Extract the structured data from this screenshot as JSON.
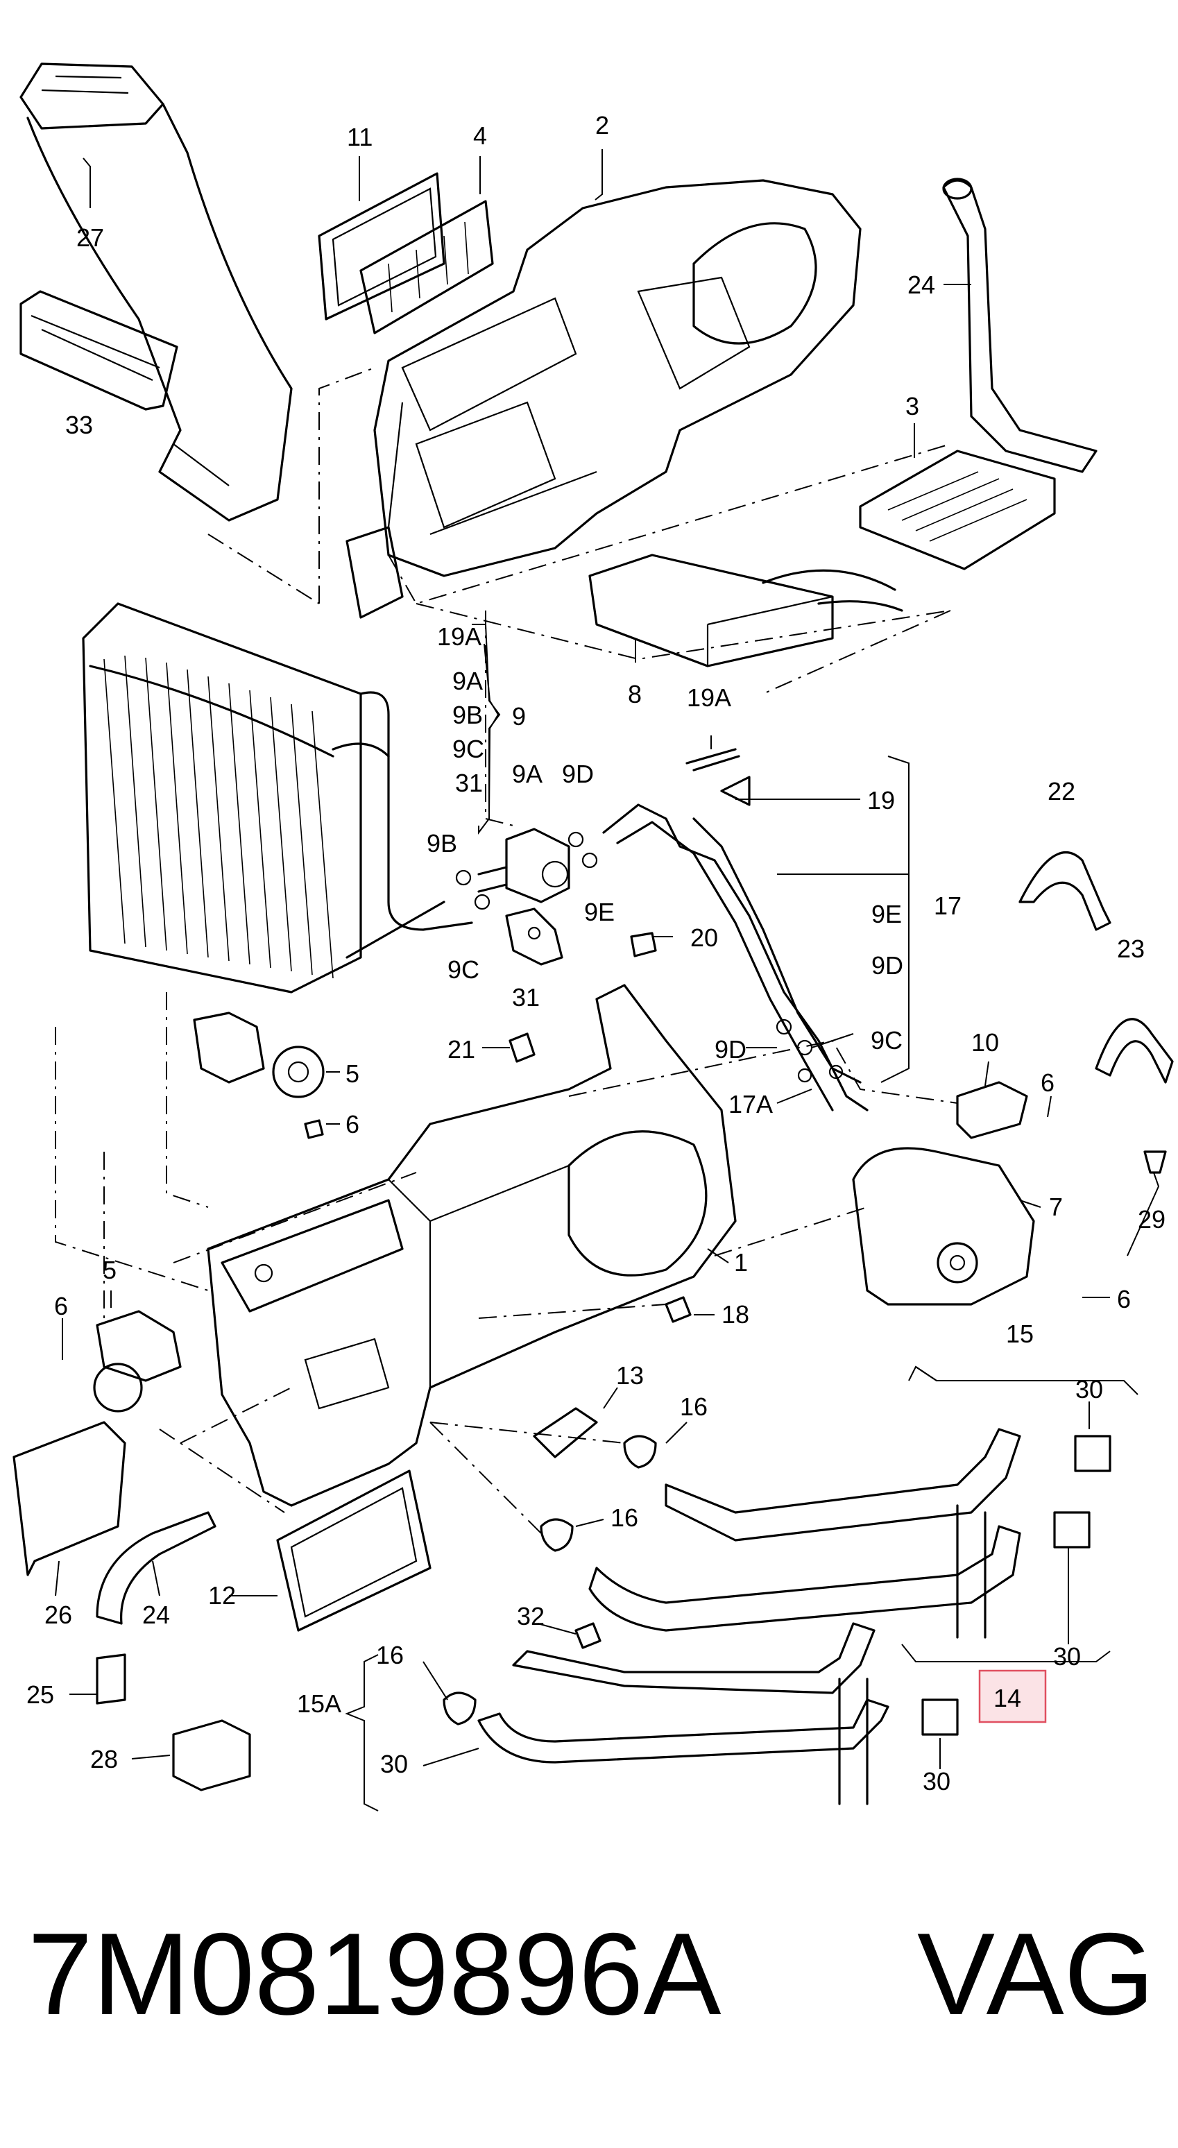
{
  "diagram": {
    "callouts": [
      {
        "id": "c27",
        "text": "27"
      },
      {
        "id": "c33",
        "text": "33"
      },
      {
        "id": "c11",
        "text": "11"
      },
      {
        "id": "c4",
        "text": "4"
      },
      {
        "id": "c2",
        "text": "2"
      },
      {
        "id": "c24a",
        "text": "24"
      },
      {
        "id": "c3",
        "text": "3"
      },
      {
        "id": "c8",
        "text": "8"
      },
      {
        "id": "c19Aa",
        "text": "19A"
      },
      {
        "id": "c9Aa",
        "text": "9A"
      },
      {
        "id": "c9Ba",
        "text": "9B"
      },
      {
        "id": "c9Ca",
        "text": "9C"
      },
      {
        "id": "c31a",
        "text": "31"
      },
      {
        "id": "c9",
        "text": "9"
      },
      {
        "id": "c19Ab",
        "text": "19A"
      },
      {
        "id": "c9Ab",
        "text": "9A"
      },
      {
        "id": "c9Da",
        "text": "9D"
      },
      {
        "id": "c19",
        "text": "19"
      },
      {
        "id": "c9Bb",
        "text": "9B"
      },
      {
        "id": "c9Ea",
        "text": "9E"
      },
      {
        "id": "c9Cb",
        "text": "9C"
      },
      {
        "id": "c31b",
        "text": "31"
      },
      {
        "id": "c20",
        "text": "20"
      },
      {
        "id": "c9Eb",
        "text": "9E"
      },
      {
        "id": "c17",
        "text": "17"
      },
      {
        "id": "c9Db",
        "text": "9D"
      },
      {
        "id": "c22",
        "text": "22"
      },
      {
        "id": "c23",
        "text": "23"
      },
      {
        "id": "c21",
        "text": "21"
      },
      {
        "id": "c5a",
        "text": "5"
      },
      {
        "id": "c6a",
        "text": "6"
      },
      {
        "id": "c9Dc",
        "text": "9D"
      },
      {
        "id": "c9Cc",
        "text": "9C"
      },
      {
        "id": "c17A",
        "text": "17A"
      },
      {
        "id": "c10",
        "text": "10"
      },
      {
        "id": "c6b",
        "text": "6"
      },
      {
        "id": "c7",
        "text": "7"
      },
      {
        "id": "c29",
        "text": "29"
      },
      {
        "id": "c1",
        "text": "1"
      },
      {
        "id": "c6c",
        "text": "6"
      },
      {
        "id": "c5b",
        "text": "5"
      },
      {
        "id": "c6d",
        "text": "6"
      },
      {
        "id": "c18",
        "text": "18"
      },
      {
        "id": "c15",
        "text": "15"
      },
      {
        "id": "c30a",
        "text": "30"
      },
      {
        "id": "c13",
        "text": "13"
      },
      {
        "id": "c16a",
        "text": "16"
      },
      {
        "id": "c16b",
        "text": "16"
      },
      {
        "id": "c26",
        "text": "26"
      },
      {
        "id": "c24b",
        "text": "24"
      },
      {
        "id": "c12",
        "text": "12"
      },
      {
        "id": "c30b",
        "text": "30"
      },
      {
        "id": "c32",
        "text": "32"
      },
      {
        "id": "c14",
        "text": "14"
      },
      {
        "id": "c16c",
        "text": "16"
      },
      {
        "id": "c15A",
        "text": "15A"
      },
      {
        "id": "c25",
        "text": "25"
      },
      {
        "id": "c30c",
        "text": "30"
      },
      {
        "id": "c30d",
        "text": "30"
      },
      {
        "id": "c28",
        "text": "28"
      }
    ],
    "highlight_callout": "14",
    "highlight_color": "#e05060",
    "highlight_fill": "#fbe3e6"
  },
  "footer": {
    "part_number": "7M0819896A",
    "brand": "VAG"
  }
}
